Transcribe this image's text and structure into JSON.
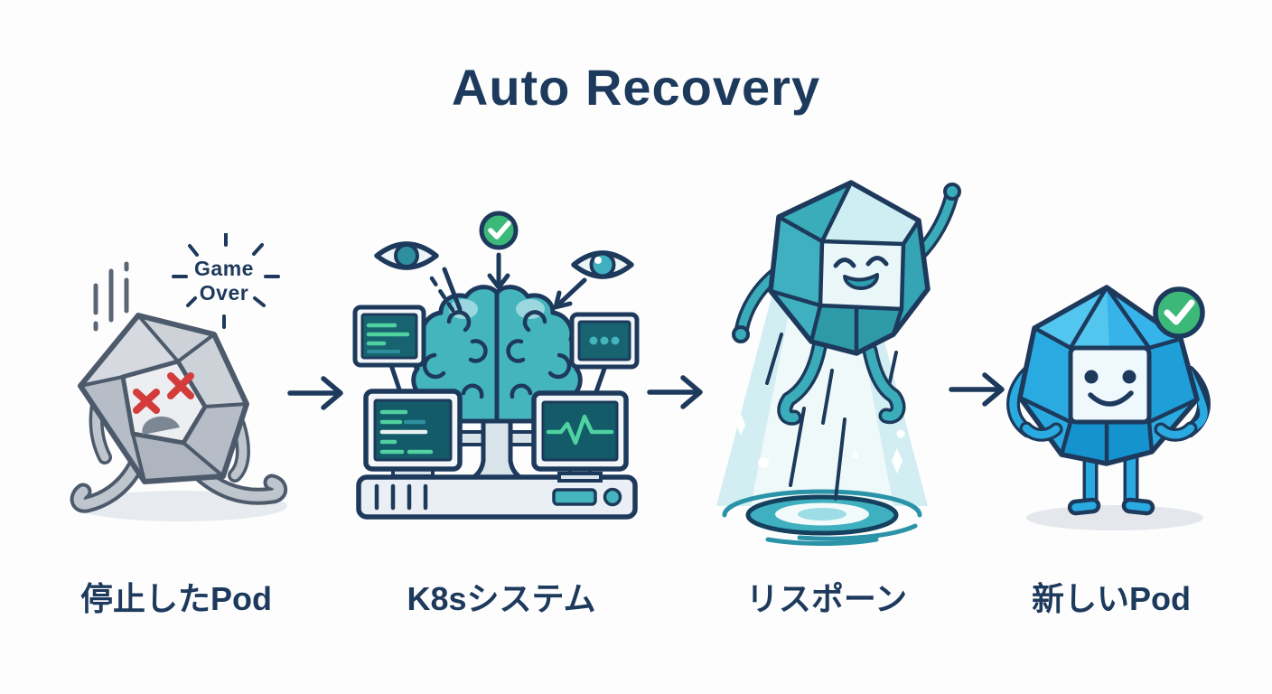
{
  "title": "Auto Recovery",
  "stages": [
    {
      "label": "停止したPod",
      "annotation": "Game Over"
    },
    {
      "label": "K8sシステム"
    },
    {
      "label": "リスポーン"
    },
    {
      "label": "新しいPod"
    }
  ],
  "colors": {
    "navy_outline_text": "#1d3a5c",
    "red_x_eyes": "#d43c3c",
    "gray_dead_pod": "#c6cbd2",
    "teal_character": "#3aacba",
    "blue_new_pod": "#29abe2",
    "green_check": "#3cb878",
    "screen_dark_teal": "#176470",
    "screen_text_green": "#4fd1a0",
    "beam_light_teal": "#d9f1f4",
    "portal_teal": "#3fb0c0"
  }
}
